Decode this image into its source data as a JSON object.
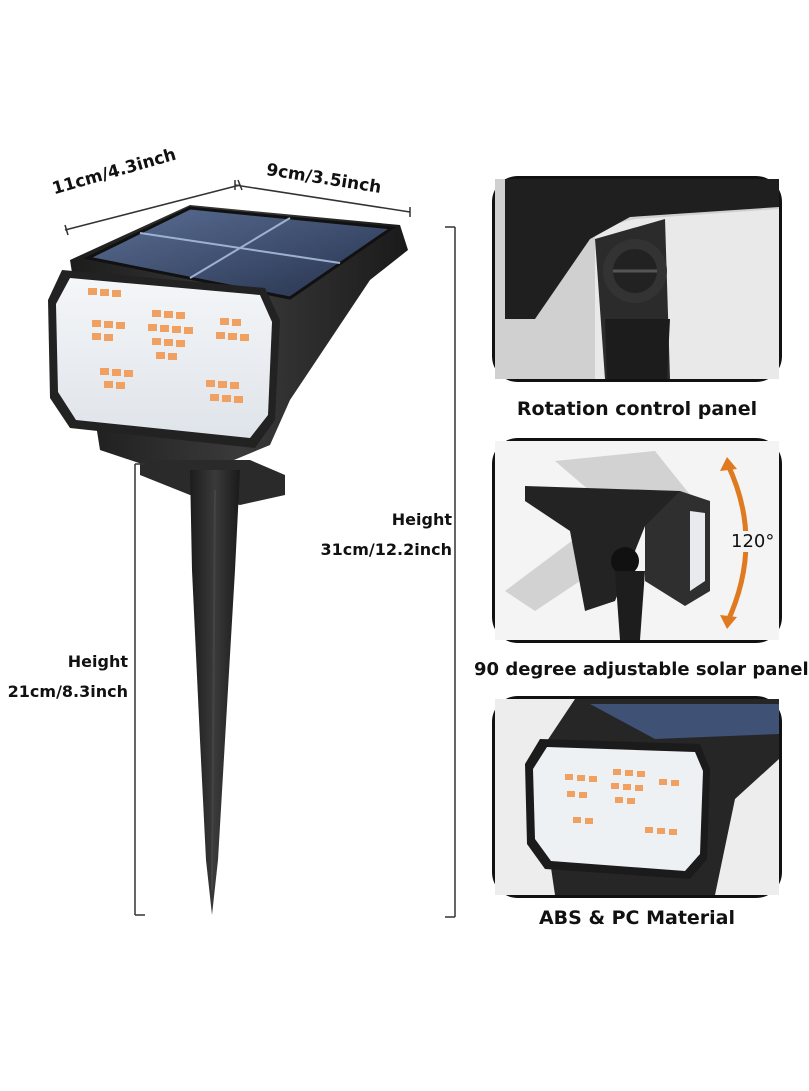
{
  "dimensions": {
    "width_label": "11cm/4.3inch",
    "depth_label": "9cm/3.5inch",
    "total_height_title": "Height",
    "total_height_value": "31cm/12.2inch",
    "stake_height_title": "Height",
    "stake_height_value": "21cm/8.3inch"
  },
  "panels": [
    {
      "caption": "Rotation control panel",
      "icon": "rotation-joint-icon"
    },
    {
      "caption": "90 degree adjustable solar panel",
      "icon": "tilt-angle-icon",
      "angle_label": "120°"
    },
    {
      "caption": "ABS & PC Material",
      "icon": "lamp-head-icon"
    }
  ],
  "colors": {
    "body": "#2a2a2a",
    "solar": "#3a4a6a",
    "led": "#f0a060",
    "accent_arrow": "#e07a20"
  }
}
